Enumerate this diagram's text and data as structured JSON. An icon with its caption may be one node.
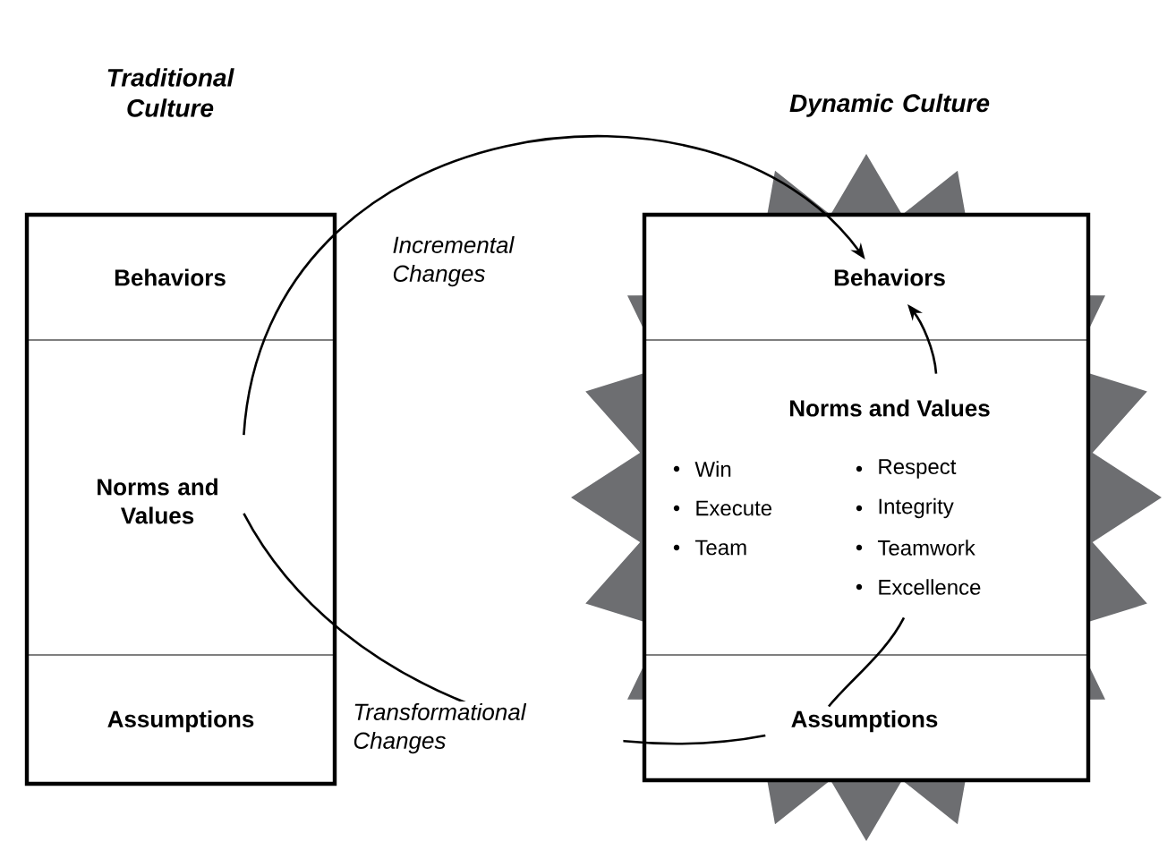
{
  "diagram": {
    "nodes": [
      {
        "text": [
          "Traditional Culture"
        ]
      },
      {
        "text": [
          "Behaviors"
        ],
        "in": 0
      },
      {
        "text": [
          "Norms and Values"
        ],
        "in": 0
      },
      {
        "text": [
          "Assumptions"
        ],
        "in": 0
      },
      {
        "text": [
          "Dynamic Culture"
        ]
      },
      {
        "text": [
          "Behaviors"
        ],
        "in": 4
      },
      {
        "text": [
          "Norms and Values",
          "Win",
          "Execute",
          "Team",
          "Respect",
          "Integrity",
          "Teamwork",
          "Excellence"
        ],
        "in": 4
      },
      {
        "text": [
          "Assumptions"
        ],
        "in": 4
      }
    ],
    "edges": [
      {
        "from": 2,
        "to": 5,
        "arrow": "to",
        "label": "Incremental Changes"
      },
      {
        "from": 2,
        "to": 7,
        "arrow": "none",
        "label": "Transformational Changes"
      },
      {
        "from": 7,
        "to": 6,
        "arrow": "none"
      },
      {
        "from": 6,
        "to": 5,
        "arrow": "to"
      }
    ]
  }
}
